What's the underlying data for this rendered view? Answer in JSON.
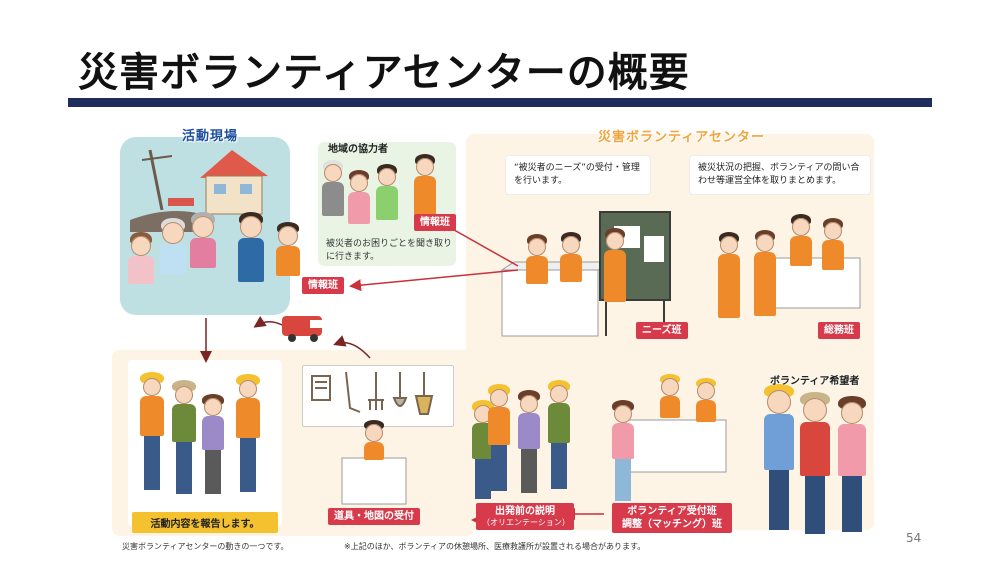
{
  "title": "災害ボランティアセンターの概要",
  "page_number": "54",
  "scene": {
    "title": "活動現場",
    "info_label": "情報班"
  },
  "helpers": {
    "title": "地域の協力者",
    "info_label": "情報班",
    "note": "被災者のお困りごとを聞き取りに行きます。"
  },
  "center": {
    "title": "災害ボランティアセンター",
    "needs_bubble": "“被災者のニーズ”の受付・管理を行います。",
    "general_bubble": "被災状況の把握、ボランティアの問い合わせ等運営全体を取りまとめます。",
    "needs_label": "ニーズ班",
    "general_label": "総務班",
    "volunteers_title": "ボランティア希望者",
    "reception_label": "ボランティア受付班",
    "reception_sub": "調整（マッチング）班"
  },
  "bottom": {
    "report_label": "活動内容を報告します。",
    "tools_label": "道具・地図の受付",
    "orientation_label": "出発前の説明",
    "orientation_sub": "（オリエンテーション）"
  },
  "footnotes": {
    "left": "災害ボランティアセンターの動きの一つです。",
    "right": "※上記のほか、ボランティアの休憩場所、医療救護所が設置される場合があります。"
  },
  "colors": {
    "title_rule": "#1f2d5c",
    "label_red": "#d63a4b",
    "label_yellow": "#f4c22f",
    "scene_bg": "#bfe0e3",
    "center_bg": "#fdf4e6",
    "arrow_red": "#c8303a",
    "arrow_dark": "#7a2424"
  }
}
